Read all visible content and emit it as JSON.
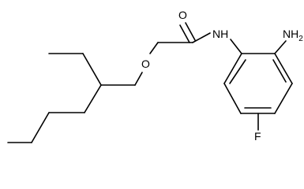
{
  "molecule": {
    "atoms": {
      "oxygen_carbonyl": "O",
      "oxygen_ether": "O",
      "amide_nitrogen": "NH",
      "amino_group": "NH2",
      "fluorine": "F"
    }
  }
}
